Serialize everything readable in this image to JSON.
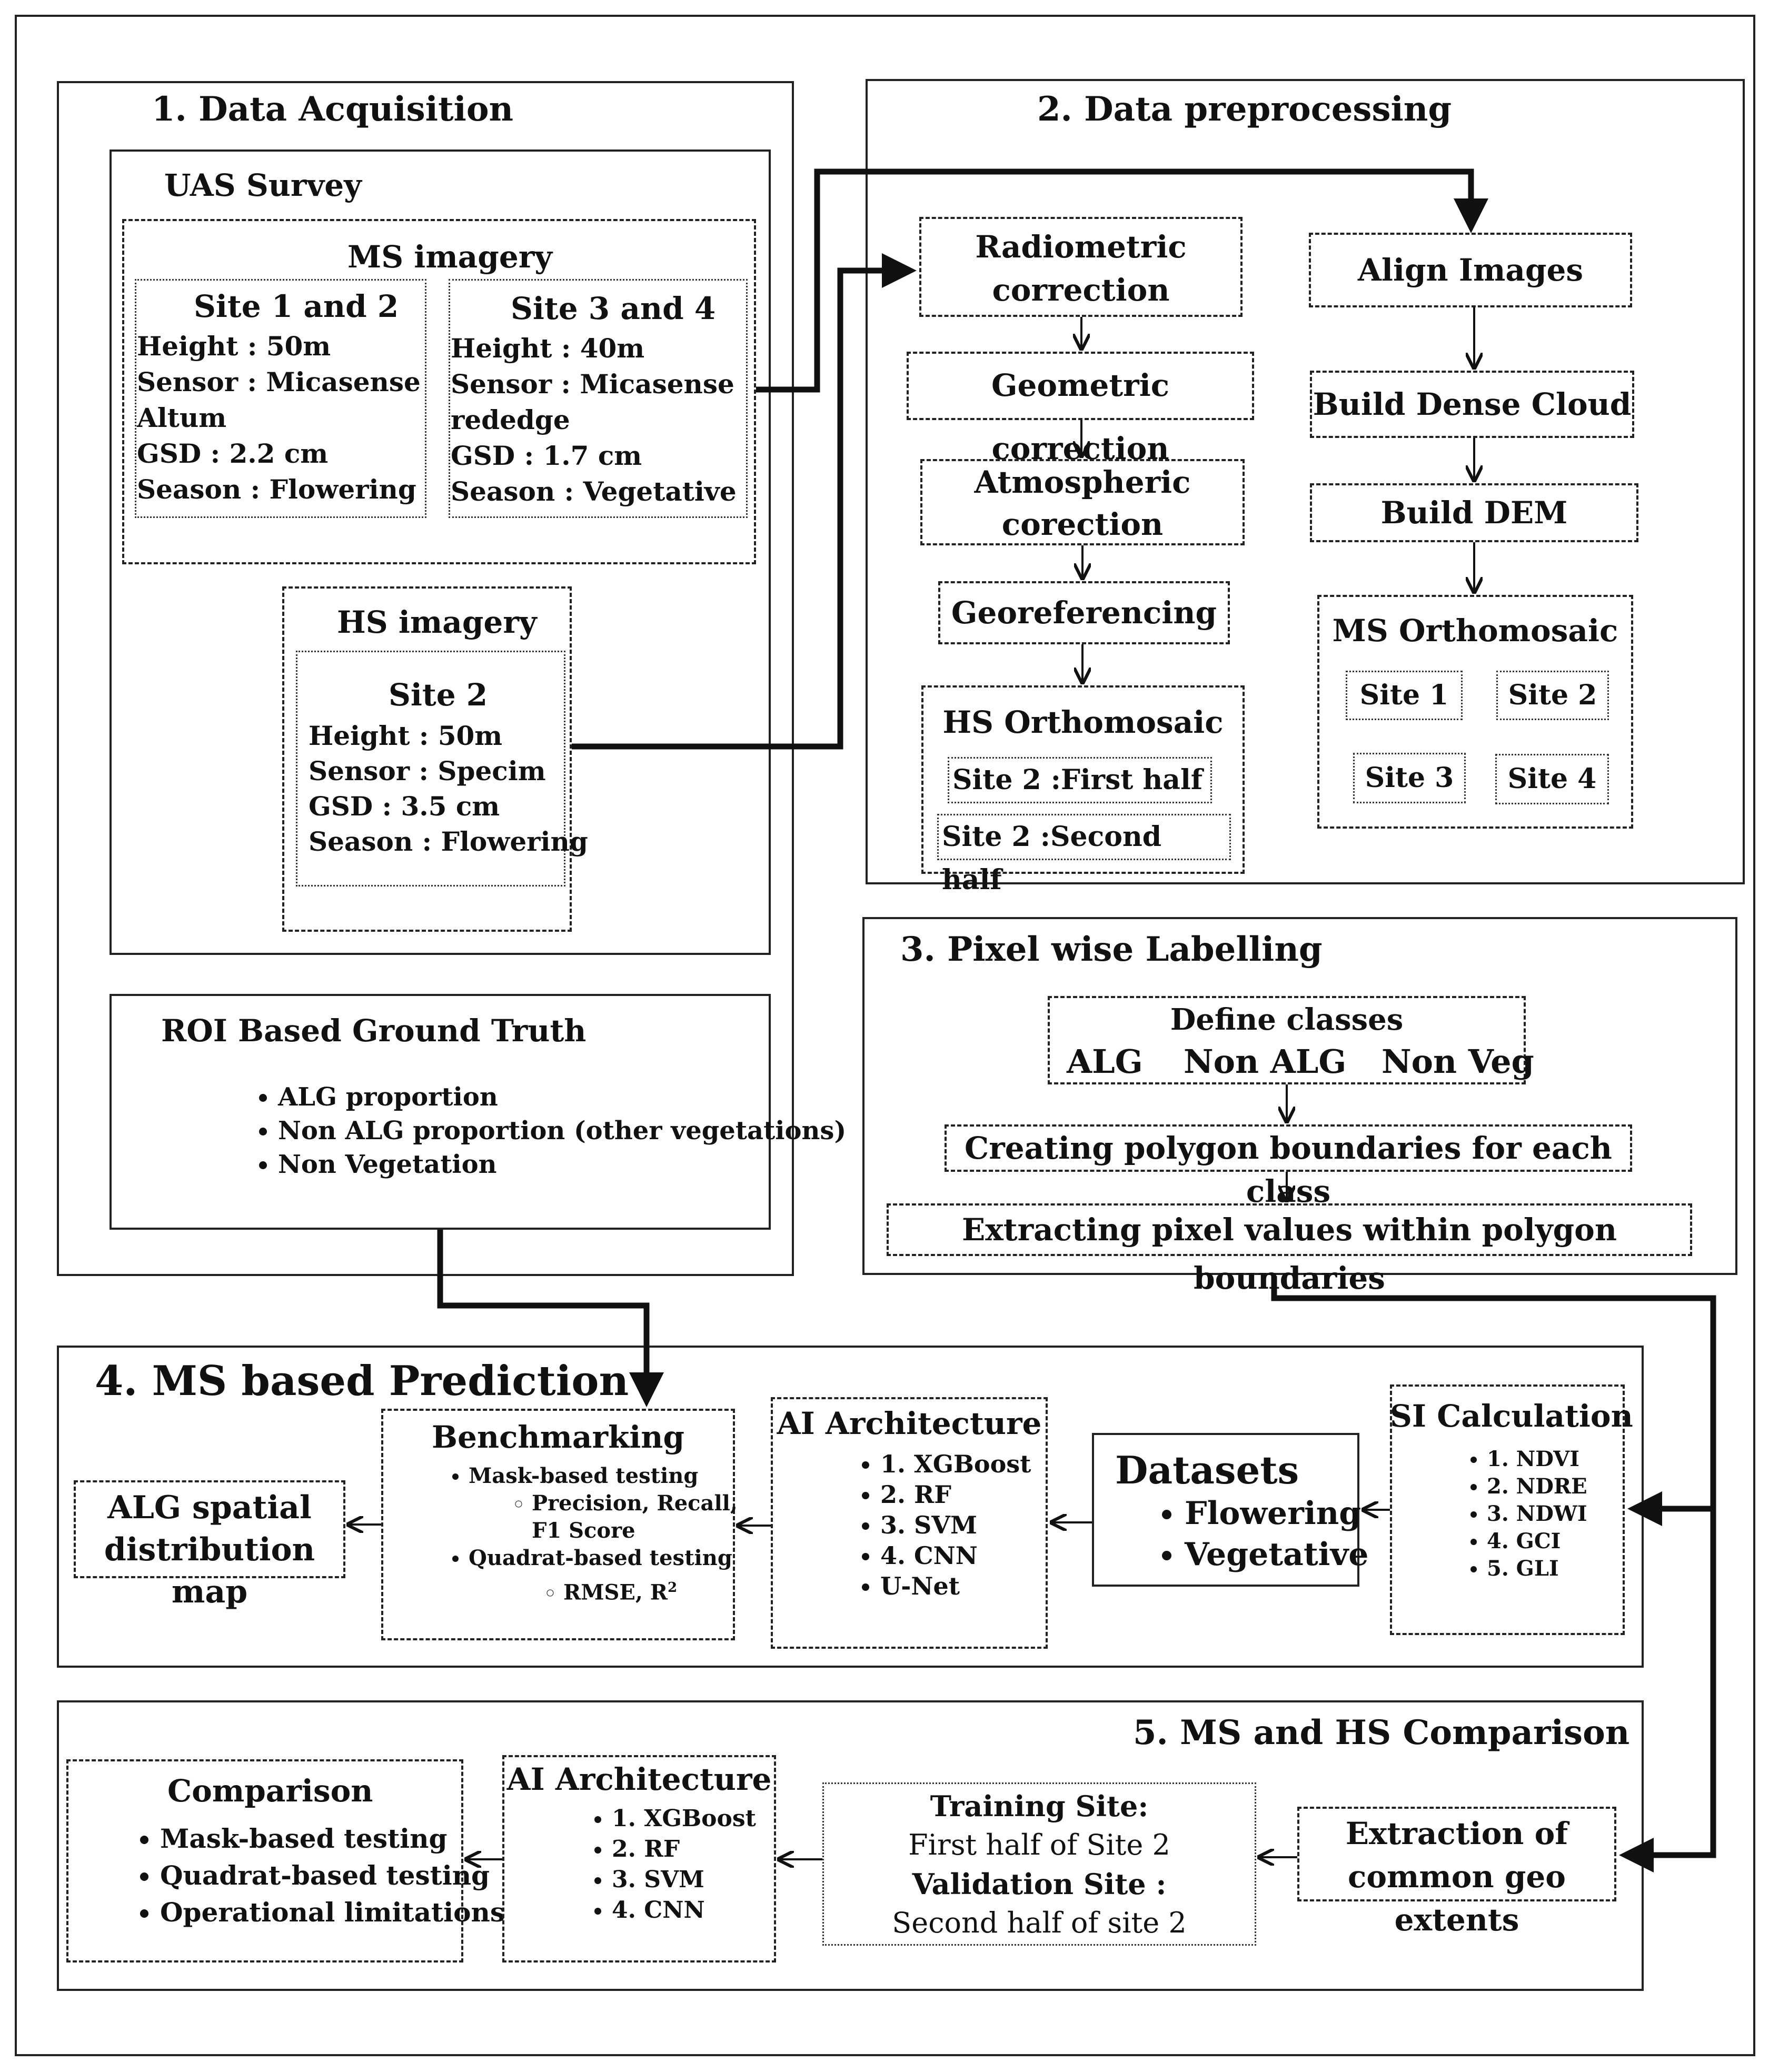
{
  "s1": {
    "title": "1. Data Acquisition",
    "uas_title": "UAS Survey",
    "ms_title": "MS imagery",
    "site12": {
      "title": "Site 1 and 2",
      "lines": [
        "Height : 50m",
        "Sensor : Micasense",
        "Altum",
        "GSD : 2.2 cm",
        "Season : Flowering"
      ]
    },
    "site34": {
      "title": "Site 3 and 4",
      "lines": [
        "Height : 40m",
        "Sensor : Micasense",
        "rededge",
        "GSD : 1.7 cm",
        "Season : Vegetative"
      ]
    },
    "hs_title": "HS imagery",
    "hs_site": {
      "title": "Site 2",
      "lines": [
        "Height : 50m",
        "Sensor : Specim",
        "GSD : 3.5 cm",
        "Season : Flowering"
      ]
    },
    "roi_title": "ROI Based Ground Truth",
    "roi_items": [
      "ALG proportion",
      "Non ALG proportion (other vegetations)",
      "Non Vegetation"
    ]
  },
  "s2": {
    "title": "2. Data preprocessing",
    "radiometric": [
      "Radiometric",
      "correction"
    ],
    "geometric": "Geometric correction",
    "atmospheric": [
      "Atmospheric",
      "corection"
    ],
    "georef": "Georeferencing",
    "hs_ortho": "HS Orthomosaic",
    "hs_first": "Site 2 :First half",
    "hs_second": "Site 2 :Second half",
    "align": "Align Images",
    "dense": "Build Dense Cloud",
    "dem": "Build DEM",
    "ms_ortho": "MS Orthomosaic",
    "sites": [
      "Site 1",
      "Site 2",
      "Site 3",
      "Site 4"
    ]
  },
  "s3": {
    "title": "3. Pixel wise Labelling",
    "define": "Define classes",
    "classes": [
      "ALG",
      "Non ALG",
      "Non Veg"
    ],
    "polygon": "Creating polygon boundaries for each class",
    "extract": "Extracting pixel values within polygon boundaries"
  },
  "s4": {
    "title": "4. MS based Prediction",
    "alg_map": [
      "ALG spatial",
      "distribution map"
    ],
    "bench_title": "Benchmarking",
    "bench_mask": "Mask-based testing",
    "bench_mask_sub": [
      "Precision, Recall,",
      "F1 Score"
    ],
    "bench_quad": "Quadrat-based testing",
    "bench_quad_sub": "RMSE, R",
    "bench_quad_sup": "2",
    "ai_title": "AI Architecture",
    "ai_items": [
      "1. XGBoost",
      "2. RF",
      "3. SVM",
      "4. CNN",
      "U-Net"
    ],
    "datasets_title": "Datasets",
    "datasets_items": [
      "Flowering",
      "Vegetative"
    ],
    "si_title": "SI Calculation",
    "si_items": [
      "1. NDVI",
      "2. NDRE",
      "3. NDWI",
      "4. GCI",
      "5. GLI"
    ]
  },
  "s5": {
    "title": "5. MS and HS Comparison",
    "comp_title": "Comparison",
    "comp_items": [
      "Mask-based testing",
      "Quadrat-based testing",
      "Operational limitations"
    ],
    "ai_title": "AI Architecture",
    "ai_items": [
      "1. XGBoost",
      "2. RF",
      "3. SVM",
      "4. CNN"
    ],
    "training_label": "Training Site:",
    "training_value": "First half of Site 2",
    "validation_label": "Validation Site :",
    "validation_value": "Second half of site 2",
    "extraction": [
      "Extraction of",
      "common geo extents"
    ]
  }
}
